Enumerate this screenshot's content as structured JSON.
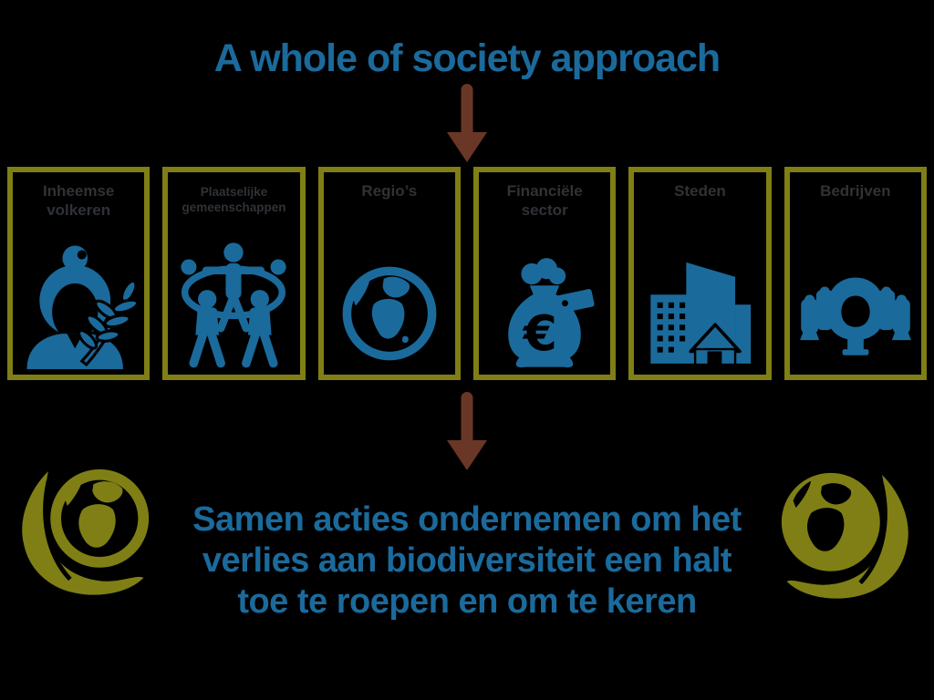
{
  "title": "A whole of society approach",
  "sectors": [
    {
      "label": "Inheemse volkeren",
      "icon": "indigenous-woman-icon"
    },
    {
      "label": "Plaatselijke gemeenschappen",
      "icon": "community-circle-icon"
    },
    {
      "label": "Regio’s",
      "icon": "globe-icon"
    },
    {
      "label": "Financiële sector",
      "icon": "money-bag-euro-icon"
    },
    {
      "label": "Steden",
      "icon": "city-buildings-icon"
    },
    {
      "label": "Bedrijven",
      "icon": "meeting-table-icon"
    }
  ],
  "conclusion": {
    "lines": [
      "Samen acties ondernemen om het",
      "verlies aan biodiversiteit een halt",
      "toe te roepen en om te keren"
    ]
  },
  "colors": {
    "accent_blue": "#1b6a9c",
    "olive_green": "#7f7f15",
    "arrow_brown": "#6a3727",
    "label_gray": "#2f3236",
    "background": "#000000"
  }
}
